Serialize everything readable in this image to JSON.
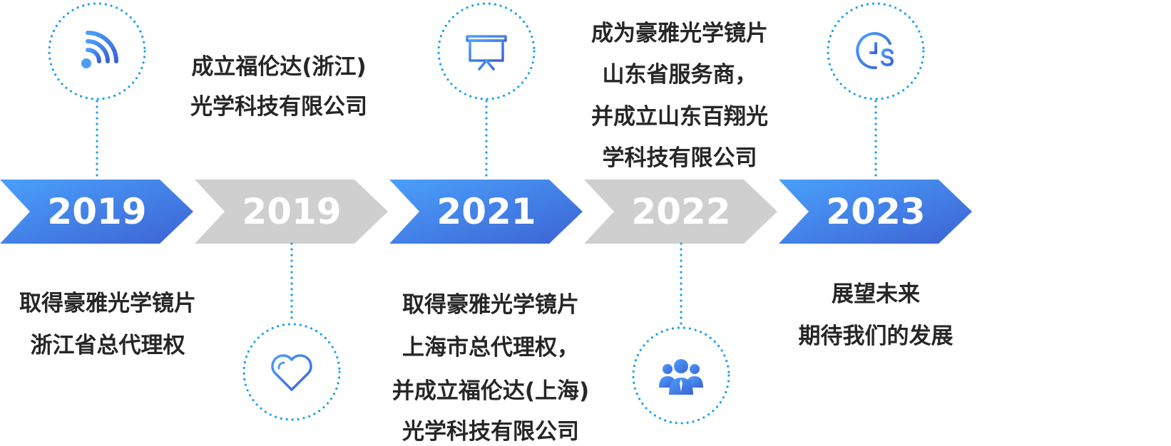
{
  "colors": {
    "active_start": "#4a9ef9",
    "active_end": "#3d63d4",
    "inactive": "#d0cfd0",
    "dots": "#1a9ff0",
    "text": "#262626"
  },
  "milestones": [
    {
      "year": "2019",
      "active": true,
      "icon": "wifi-signal-icon",
      "text_position": "bottom",
      "lines": [
        "取得豪雅光学镜片",
        "浙江省总代理权"
      ]
    },
    {
      "year": "2019",
      "active": false,
      "icon": "heart-icon",
      "text_position": "top",
      "lines": [
        "成立福伦达(浙江)",
        "光学科技有限公司"
      ]
    },
    {
      "year": "2021",
      "active": true,
      "icon": "presentation-board-icon",
      "text_position": "bottom",
      "lines": [
        "取得豪雅光学镜片",
        "上海市总代理权，",
        "并成立福伦达(上海)",
        "光学科技有限公司"
      ]
    },
    {
      "year": "2022",
      "active": false,
      "icon": "team-icon",
      "text_position": "top",
      "lines": [
        "成为豪雅光学镜片",
        "山东省服务商，",
        "并成立山东百翔光",
        "学科技有限公司"
      ]
    },
    {
      "year": "2023",
      "active": true,
      "icon": "time-money-icon",
      "text_position": "bottom",
      "lines": [
        "展望未来",
        "期待我们的发展"
      ]
    }
  ]
}
